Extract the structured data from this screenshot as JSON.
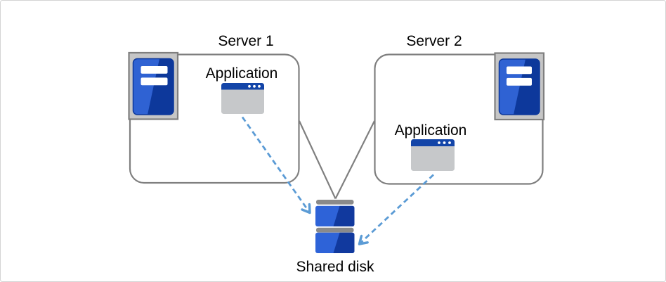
{
  "servers": [
    {
      "label": "Server 1",
      "application_label": "Application"
    },
    {
      "label": "Server 2",
      "application_label": "Application"
    }
  ],
  "shared_disk": {
    "label": "Shared disk"
  },
  "icons": {
    "server1": "server-tower-icon",
    "server2": "server-tower-icon",
    "application1": "app-window-icon",
    "application2": "app-window-icon",
    "shared_disk": "disk-stack-icon"
  },
  "colors": {
    "canvas_border": "#D4D4D4",
    "box_border": "#7F7F7F",
    "connector_gray": "#7F7F7F",
    "arrow_blue": "#5B9BD5",
    "icon_frame_fill": "#C6C6C6",
    "tower_light": "#2F62D3",
    "tower_dark": "#0D389B",
    "window_titlebar": "#1345A8",
    "window_body": "#C6C8CA",
    "disk_light": "#2E63D8",
    "disk_dark": "#11399E",
    "disk_bar": "#8A8A8A",
    "white": "#FFFFFF",
    "text": "#000000"
  }
}
